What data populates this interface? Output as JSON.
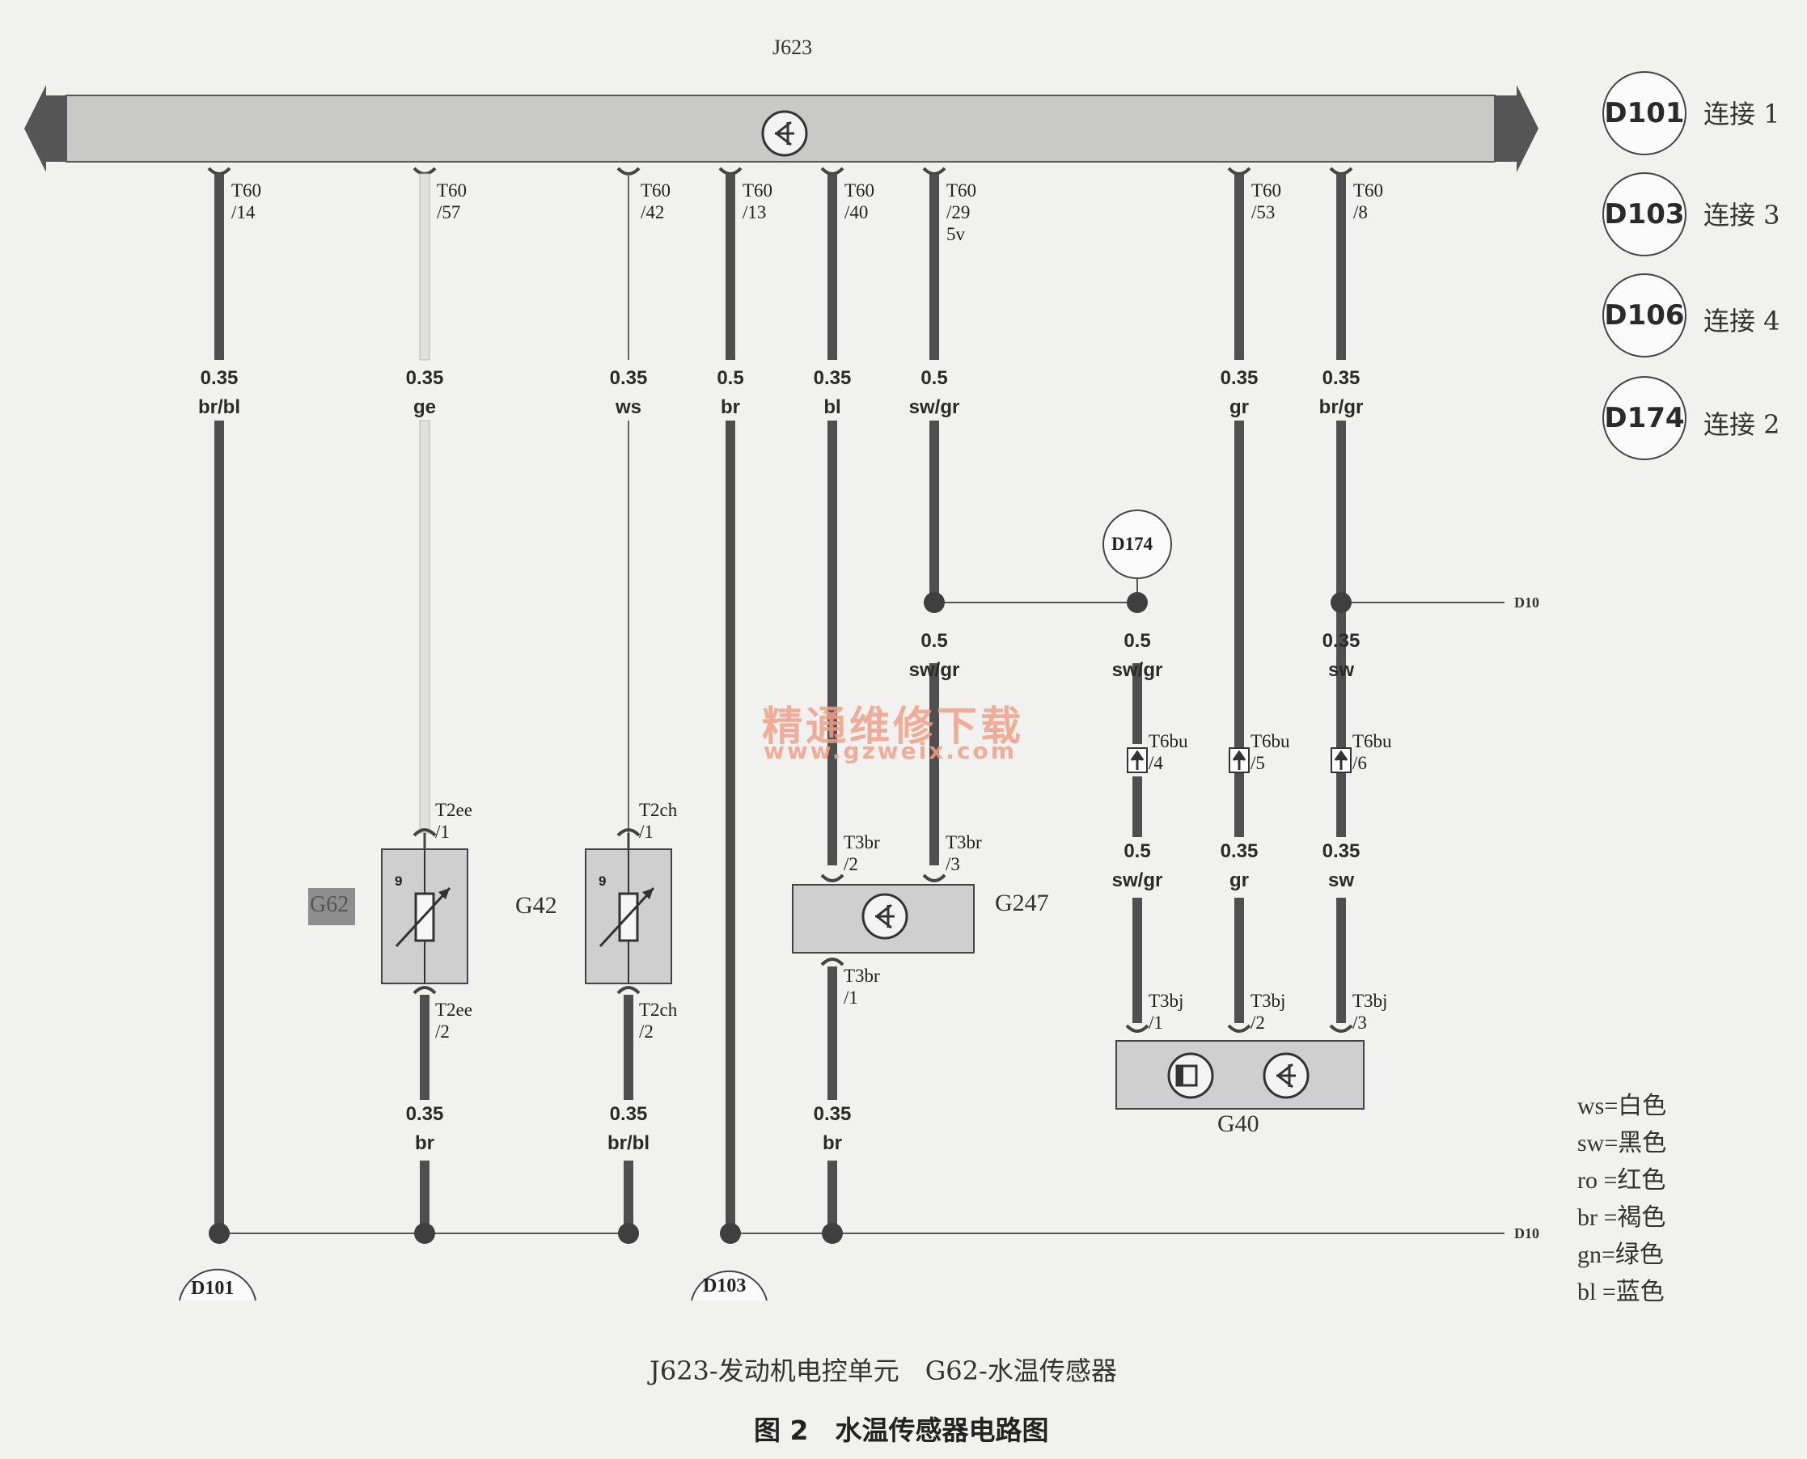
{
  "bus": {
    "label": "J623"
  },
  "wires": [
    {
      "pin": "T60",
      "pin_no": "/14",
      "gauge": "0.35",
      "color": "br/bl"
    },
    {
      "pin": "T60",
      "pin_no": "/57",
      "gauge": "0.35",
      "color": "ge"
    },
    {
      "pin": "T60",
      "pin_no": "/42",
      "gauge": "0.35",
      "color": "ws"
    },
    {
      "pin": "T60",
      "pin_no": "/13",
      "gauge": "0.5",
      "color": "br"
    },
    {
      "pin": "T60",
      "pin_no": "/40",
      "gauge": "0.35",
      "color": "bl"
    },
    {
      "pin": "T60",
      "pin_no": "/29",
      "pin_extra": "5v",
      "gauge": "0.5",
      "color": "sw/gr"
    },
    {
      "pin": "T60",
      "pin_no": "/53",
      "gauge": "0.35",
      "color": "gr"
    },
    {
      "pin": "T60",
      "pin_no": "/8",
      "gauge": "0.35",
      "color": "br/gr"
    }
  ],
  "lower_wires": [
    {
      "gauge": "0.35",
      "color": "br"
    },
    {
      "gauge": "0.35",
      "color": "br/bl"
    },
    {
      "gauge": "0.35",
      "color": "br"
    }
  ],
  "junction_wires": [
    {
      "gauge": "0.5",
      "color": "sw/gr"
    },
    {
      "gauge": "0.5",
      "color": "sw/gr"
    },
    {
      "gauge": "0.35",
      "color": "sw"
    }
  ],
  "g40_wires": [
    {
      "gauge": "0.5",
      "color": "sw/gr"
    },
    {
      "gauge": "0.35",
      "color": "gr"
    },
    {
      "gauge": "0.35",
      "color": "sw"
    }
  ],
  "pins": {
    "t2ee_1": "T2ee",
    "t2ee_1_no": "/1",
    "t2ee_2": "T2ee",
    "t2ee_2_no": "/2",
    "t2ch_1": "T2ch",
    "t2ch_1_no": "/1",
    "t2ch_2": "T2ch",
    "t2ch_2_no": "/2",
    "t3br_2": "T3br",
    "t3br_2_no": "/2",
    "t3br_3": "T3br",
    "t3br_3_no": "/3",
    "t3br_1": "T3br",
    "t3br_1_no": "/1",
    "t6bu_4": "T6bu",
    "t6bu_4_no": "/4",
    "t6bu_5": "T6bu",
    "t6bu_5_no": "/5",
    "t6bu_6": "T6bu",
    "t6bu_6_no": "/6",
    "t3bj_1": "T3bj",
    "t3bj_1_no": "/1",
    "t3bj_2": "T3bj",
    "t3bj_2_no": "/2",
    "t3bj_3": "T3bj",
    "t3bj_3_no": "/3"
  },
  "components": {
    "g62": "G62",
    "g42": "G42",
    "g247": "G247",
    "g40": "G40",
    "sensor_temp_mark": "9"
  },
  "grounds": {
    "d101": "D101",
    "d103": "D103",
    "d174": "D174",
    "d10_cut_a": "D10",
    "d10_cut_b": "D10"
  },
  "connections": [
    {
      "id": "D101",
      "desc": "连接 1"
    },
    {
      "id": "D103",
      "desc": "连接 3"
    },
    {
      "id": "D106",
      "desc": "连接 4"
    },
    {
      "id": "D174",
      "desc": "连接 2"
    }
  ],
  "legend": [
    "ws=白色",
    "sw=黑色",
    "ro =红色",
    "br =褐色",
    "gn=绿色",
    "bl =蓝色"
  ],
  "watermark": {
    "cn": "精通维修下载",
    "url": "www.gzweix.com"
  },
  "caption": "J623-发动机电控单元　G62-水温传感器",
  "figure_title": "图 2　水温传感器电路图",
  "colors": {
    "wire": "#4f4f4f",
    "box": "#cfcfcf",
    "bus": "#c8c8c8",
    "watermark": "#f2a08a"
  }
}
